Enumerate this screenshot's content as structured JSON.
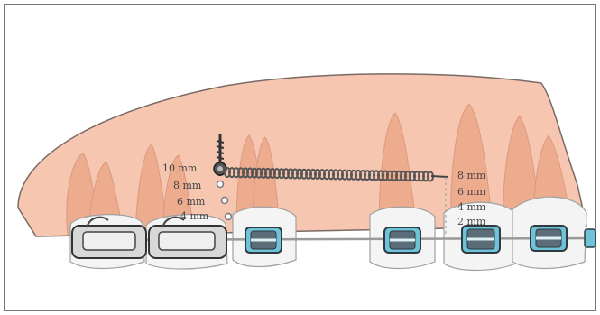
{
  "colors": {
    "gum": "#f6c6b0",
    "gum_stroke": "#7a6a64",
    "root": "#eeac8f",
    "tooth": "#f2f2f2",
    "tooth_stroke": "#9a9a9a",
    "bracket_fill": "#5a6d78",
    "bracket_accent": "#6fc3d9",
    "molar_band": "#bfbfbf",
    "spring": "#555555",
    "label": "#444444"
  },
  "left_scale": {
    "labels": [
      "10 mm",
      "8 mm",
      "6 mm",
      "4 mm"
    ]
  },
  "right_scale": {
    "labels": [
      "8 mm",
      "6 mm",
      "4 mm",
      "2 mm"
    ]
  },
  "icons": {
    "screw": "mini-implant-screw-icon",
    "spring": "coil-spring-icon",
    "bracket": "orthodontic-bracket-icon",
    "band": "molar-band-icon"
  }
}
